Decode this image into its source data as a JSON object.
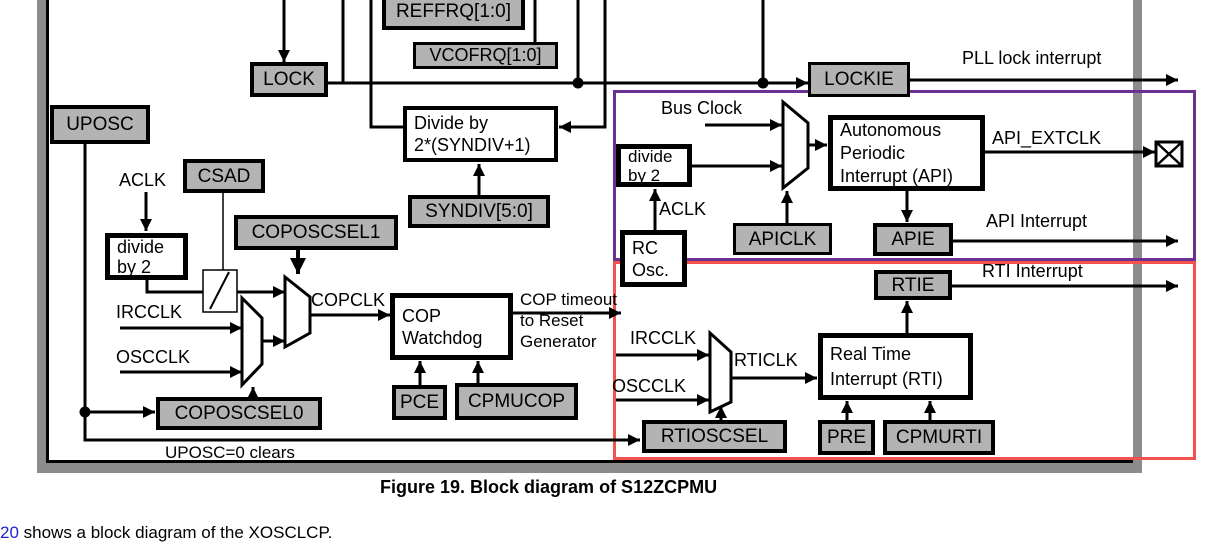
{
  "diagram": {
    "registers": {
      "reffrq": "REFFRQ[1:0]",
      "vcofrq": "VCOFRQ[1:0]",
      "lock": "LOCK",
      "lockie": "LOCKIE",
      "uposc": "UPOSC",
      "csad": "CSAD",
      "coposcsel1": "COPOSCSEL1",
      "syndiv": "SYNDIV[5:0]",
      "coposcsel0": "COPOSCSEL0",
      "apiclk": "APICLK",
      "apie": "APIE",
      "rtie": "RTIE",
      "rtioscsel": "RTIOSCSEL",
      "pre": "PRE",
      "cpmurti": "CPMURTI",
      "pce": "PCE",
      "cpmucop": "CPMUCOP"
    },
    "blocks": {
      "divide_syndiv": {
        "l1": "Divide by",
        "l2": "2*(SYNDIV+1)"
      },
      "divide2_left": {
        "l1": "divide",
        "l2": "by 2"
      },
      "cop_watchdog": {
        "l1": "COP",
        "l2": "Watchdog"
      },
      "divide2_api": {
        "l1": "divide",
        "l2": "by 2"
      },
      "rc_osc": {
        "l1": "RC",
        "l2": "Osc."
      },
      "api": {
        "l1": "Autonomous",
        "l2": "Periodic",
        "l3": "Interrupt (API)"
      },
      "rti": {
        "l1": "Real Time",
        "l2": "Interrupt (RTI)"
      }
    },
    "signals": {
      "aclk_left": "ACLK",
      "irclk_left": "IRCCLK",
      "oscclk_left": "OSCCLK",
      "copclk": "COPCLK",
      "cop_timeout_1": "COP timeout",
      "cop_timeout_2": "to Reset",
      "cop_timeout_3": "Generator",
      "bus_clock": "Bus Clock",
      "aclk_api": "ACLK",
      "api_extclk": "API_EXTCLK",
      "api_interrupt": "API Interrupt",
      "pll_lock_interrupt": "PLL lock interrupt",
      "rti_interrupt": "RTI Interrupt",
      "irclk_rti": "IRCCLK",
      "oscclk_rti": "OSCCLK",
      "rticlk": "RTICLK",
      "uposc_clears": "UPOSC=0 clears"
    },
    "colors": {
      "gray_fill": "#b3b3b3",
      "frame_gray": "#8c8c8c",
      "purple": "#6b3094",
      "red": "#f4524f",
      "link_blue": "#2222cc"
    }
  },
  "caption": {
    "text": "Figure 19. Block diagram of S12ZCPMU"
  },
  "body_text": {
    "link": "20",
    "rest": " shows a block diagram of the XOSCLCP."
  }
}
